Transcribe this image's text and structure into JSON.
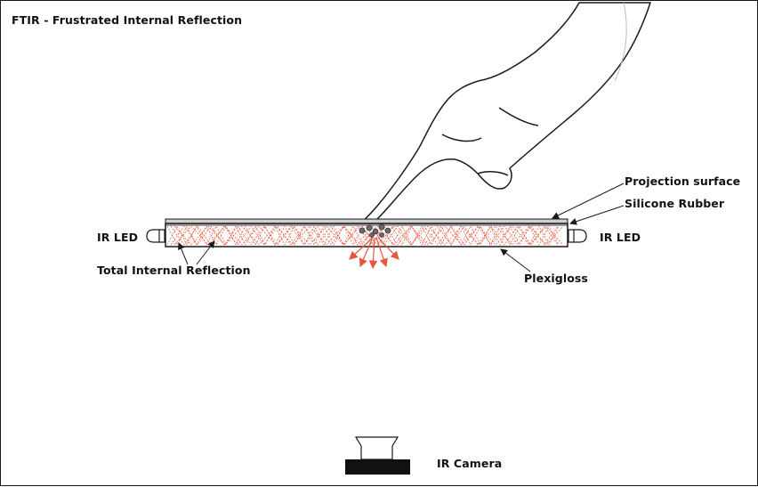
{
  "title": "FTIR - Frustrated Internal Reflection",
  "labels": {
    "projection_surface": "Projection surface",
    "silicone_rubber": "Silicone Rubber",
    "ir_led_left": "IR LED",
    "ir_led_right": "IR LED",
    "total_internal_reflection": "Total Internal Reflection",
    "plexiglass": "Plexigloss",
    "ir_camera": "IR Camera"
  },
  "colors": {
    "line": "#1a1a1a",
    "light_rays": "#e8553a",
    "surface": "#cfcfcf",
    "contact": "#555555"
  }
}
